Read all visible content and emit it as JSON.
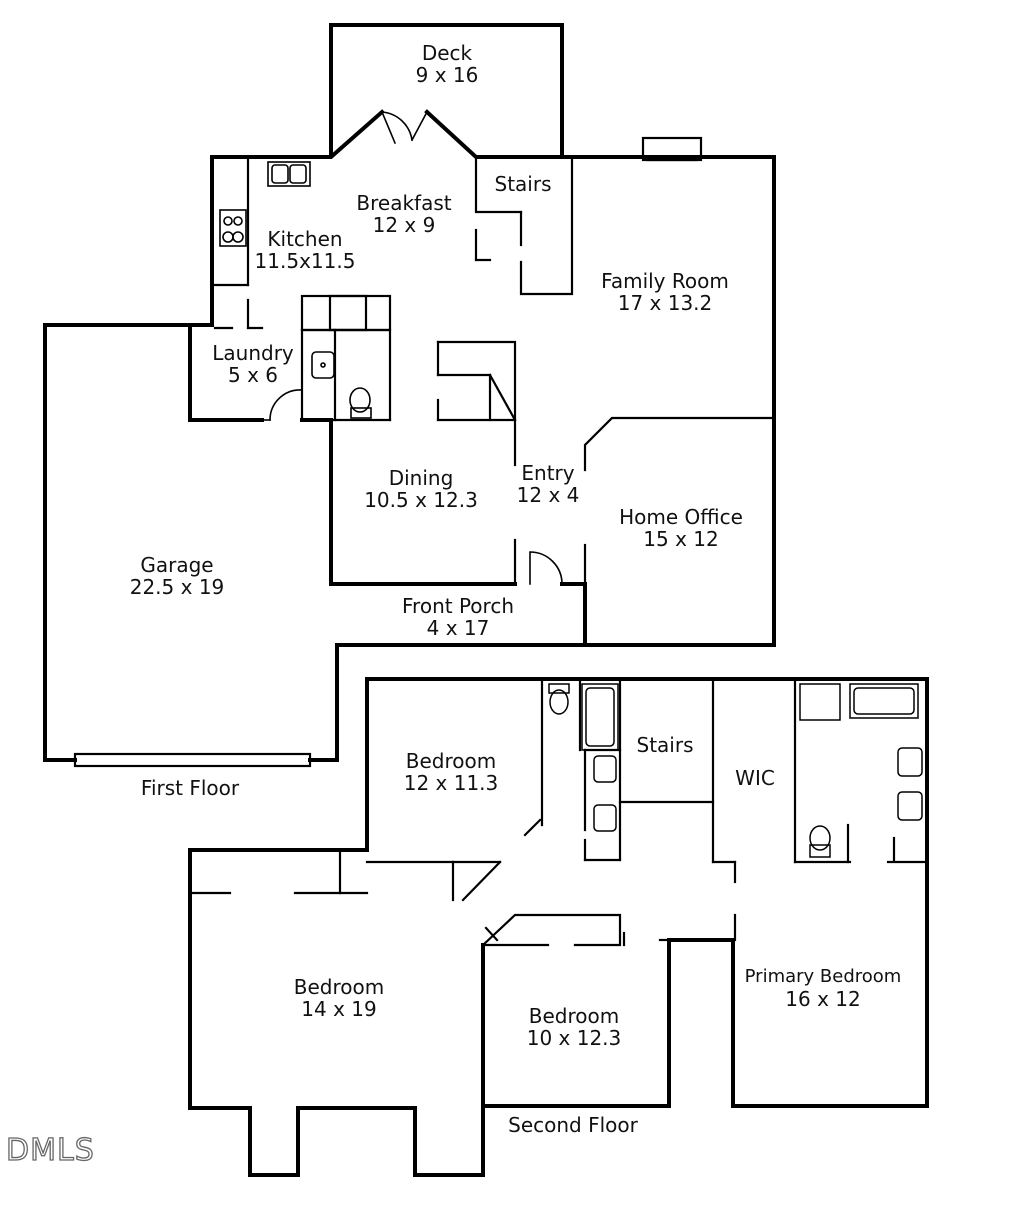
{
  "floors": {
    "first": {
      "caption": "First Floor"
    },
    "second": {
      "caption": "Second Floor"
    }
  },
  "rooms": {
    "deck": {
      "name": "Deck",
      "dims": "9 x 16"
    },
    "breakfast": {
      "name": "Breakfast",
      "dims": "12 x 9"
    },
    "stairs1": {
      "name": "Stairs"
    },
    "kitchen": {
      "name": "Kitchen",
      "dims": "11.5x11.5"
    },
    "family_room": {
      "name": "Family Room",
      "dims": "17 x 13.2"
    },
    "laundry": {
      "name": "Laundry",
      "dims": "5 x 6"
    },
    "dining": {
      "name": "Dining",
      "dims": "10.5 x 12.3"
    },
    "entry": {
      "name": "Entry",
      "dims": "12 x 4"
    },
    "home_office": {
      "name": "Home Office",
      "dims": "15 x 12"
    },
    "garage": {
      "name": "Garage",
      "dims": "22.5 x 19"
    },
    "front_porch": {
      "name": "Front Porch",
      "dims": "4 x 17"
    },
    "bedroom_a": {
      "name": "Bedroom",
      "dims": "12 x 11.3"
    },
    "stairs2": {
      "name": "Stairs"
    },
    "wic": {
      "name": "WIC"
    },
    "bedroom_b": {
      "name": "Bedroom",
      "dims": "14 x 19"
    },
    "bedroom_c": {
      "name": "Bedroom",
      "dims": "10 x 12.3"
    },
    "primary": {
      "name": "Primary Bedroom",
      "dims": "16 x 12"
    }
  },
  "watermark": "DMLS"
}
